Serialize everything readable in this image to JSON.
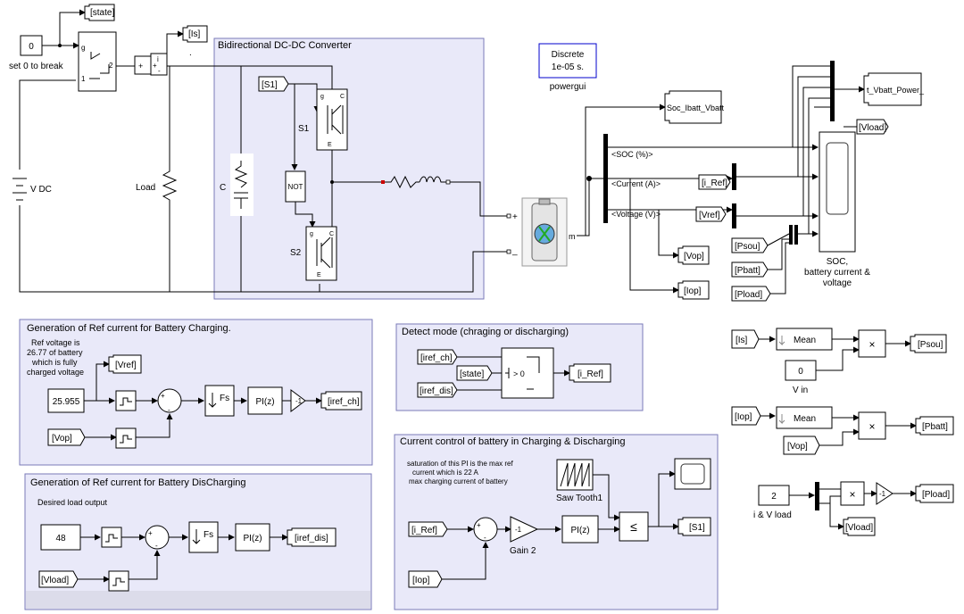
{
  "subsystems": {
    "converter": "Bidirectional DC-DC Converter",
    "ref_charge": "Generation of Ref current for Battery Charging.",
    "ref_discharge": "Generation of Ref current for Battery DisCharging",
    "detect_mode": "Detect mode (chraging or discharging)",
    "current_control": "Current control of battery in Charging & Discharging"
  },
  "notes": {
    "ref_voltage": [
      "Ref voltage is",
      "26.77 of battery",
      "which is fully",
      "charged voltage"
    ],
    "desired_load": "Desired load output",
    "saturation": [
      "saturation of this PI is the max ref",
      "current which is 22 A",
      "max charging current of battery"
    ]
  },
  "powergui": {
    "line1": "Discrete",
    "line2": "1e-05 s.",
    "label": "powergui"
  },
  "top_left": {
    "const_value": "0",
    "const_label": "set 0 to break",
    "vdc_label": "V DC",
    "load_label": "Load",
    "cap_label": "C",
    "switch_g": "g",
    "switch_1": "1",
    "switch_2": "2",
    "sum_plus": "+",
    "meas_i": "i",
    "meas_plus": "+",
    "meas_minus": "-",
    "dot": "."
  },
  "converter": {
    "s1": "S1",
    "s2": "S2",
    "not": "NOT",
    "g": "g",
    "c": "C",
    "e": "E",
    "plus": "+",
    "minus": "_",
    "m": "m"
  },
  "tags": {
    "state": "[state]",
    "is": "[Is]",
    "s1_from": "[S1]",
    "soc_goto": "Soc_Ibatt_Vbatt",
    "vload_top": "[Vload]",
    "i_ref_goto": "[i_Ref]",
    "vref_goto": "[Vref]",
    "psou_from": "[Psou]",
    "pbatt_from": "[Pbatt]",
    "pload_from": "[Pload]",
    "vop_goto": "[Vop]",
    "iop_goto": "[Iop]",
    "out_mux": "t_Vbatt_Power_",
    "vref_ch": "[Vref]",
    "vop_from": "[Vop]",
    "iref_ch": "[iref_ch]",
    "iref_dis": "[iref_dis]",
    "vload_from": "[Vload]",
    "iref_ch_in": "[iref_ch]",
    "state_in": "[state]",
    "iref_dis_in": "[iref_dis]",
    "i_ref_out": "[i_Ref]",
    "i_ref_in": "[i_Ref]",
    "iop_in": "[Iop]",
    "s1_out": "[S1]",
    "is_in": "[Is]",
    "psou_out": "[Psou]",
    "iop_in2": "[Iop]",
    "vop_in2": "[Vop]",
    "pbatt_out": "[Pbatt]",
    "pload_out": "[Pload]",
    "vload_out": "[Vload]"
  },
  "bus_labels": {
    "soc": "<SOC (%)>",
    "current": "<Current (A)>",
    "voltage": "<Voltage (V)>"
  },
  "scope_label": [
    "SOC,",
    "battery current &",
    "voltage"
  ],
  "blocks": {
    "const_25955": "25.955",
    "fs": "Fs",
    "pi": "PI(z)",
    "gain_neg1": "-1",
    "const_48": "48",
    "switch_gt0": "> 0",
    "saw": "Saw Tooth1",
    "gain2_value": "-1",
    "gain2_label": "Gain 2",
    "le": "≤",
    "mean": "Mean",
    "mult": "×",
    "vin_value": "0",
    "vin_label": "V in",
    "iv_value": "2",
    "iv_label": "i & V load"
  },
  "colors": {
    "subsystem_fill": "#e9e9f9",
    "subsystem_border": "#7a7ab8",
    "note_red": "#cc0000",
    "powergui_blue": "#0000cc"
  }
}
